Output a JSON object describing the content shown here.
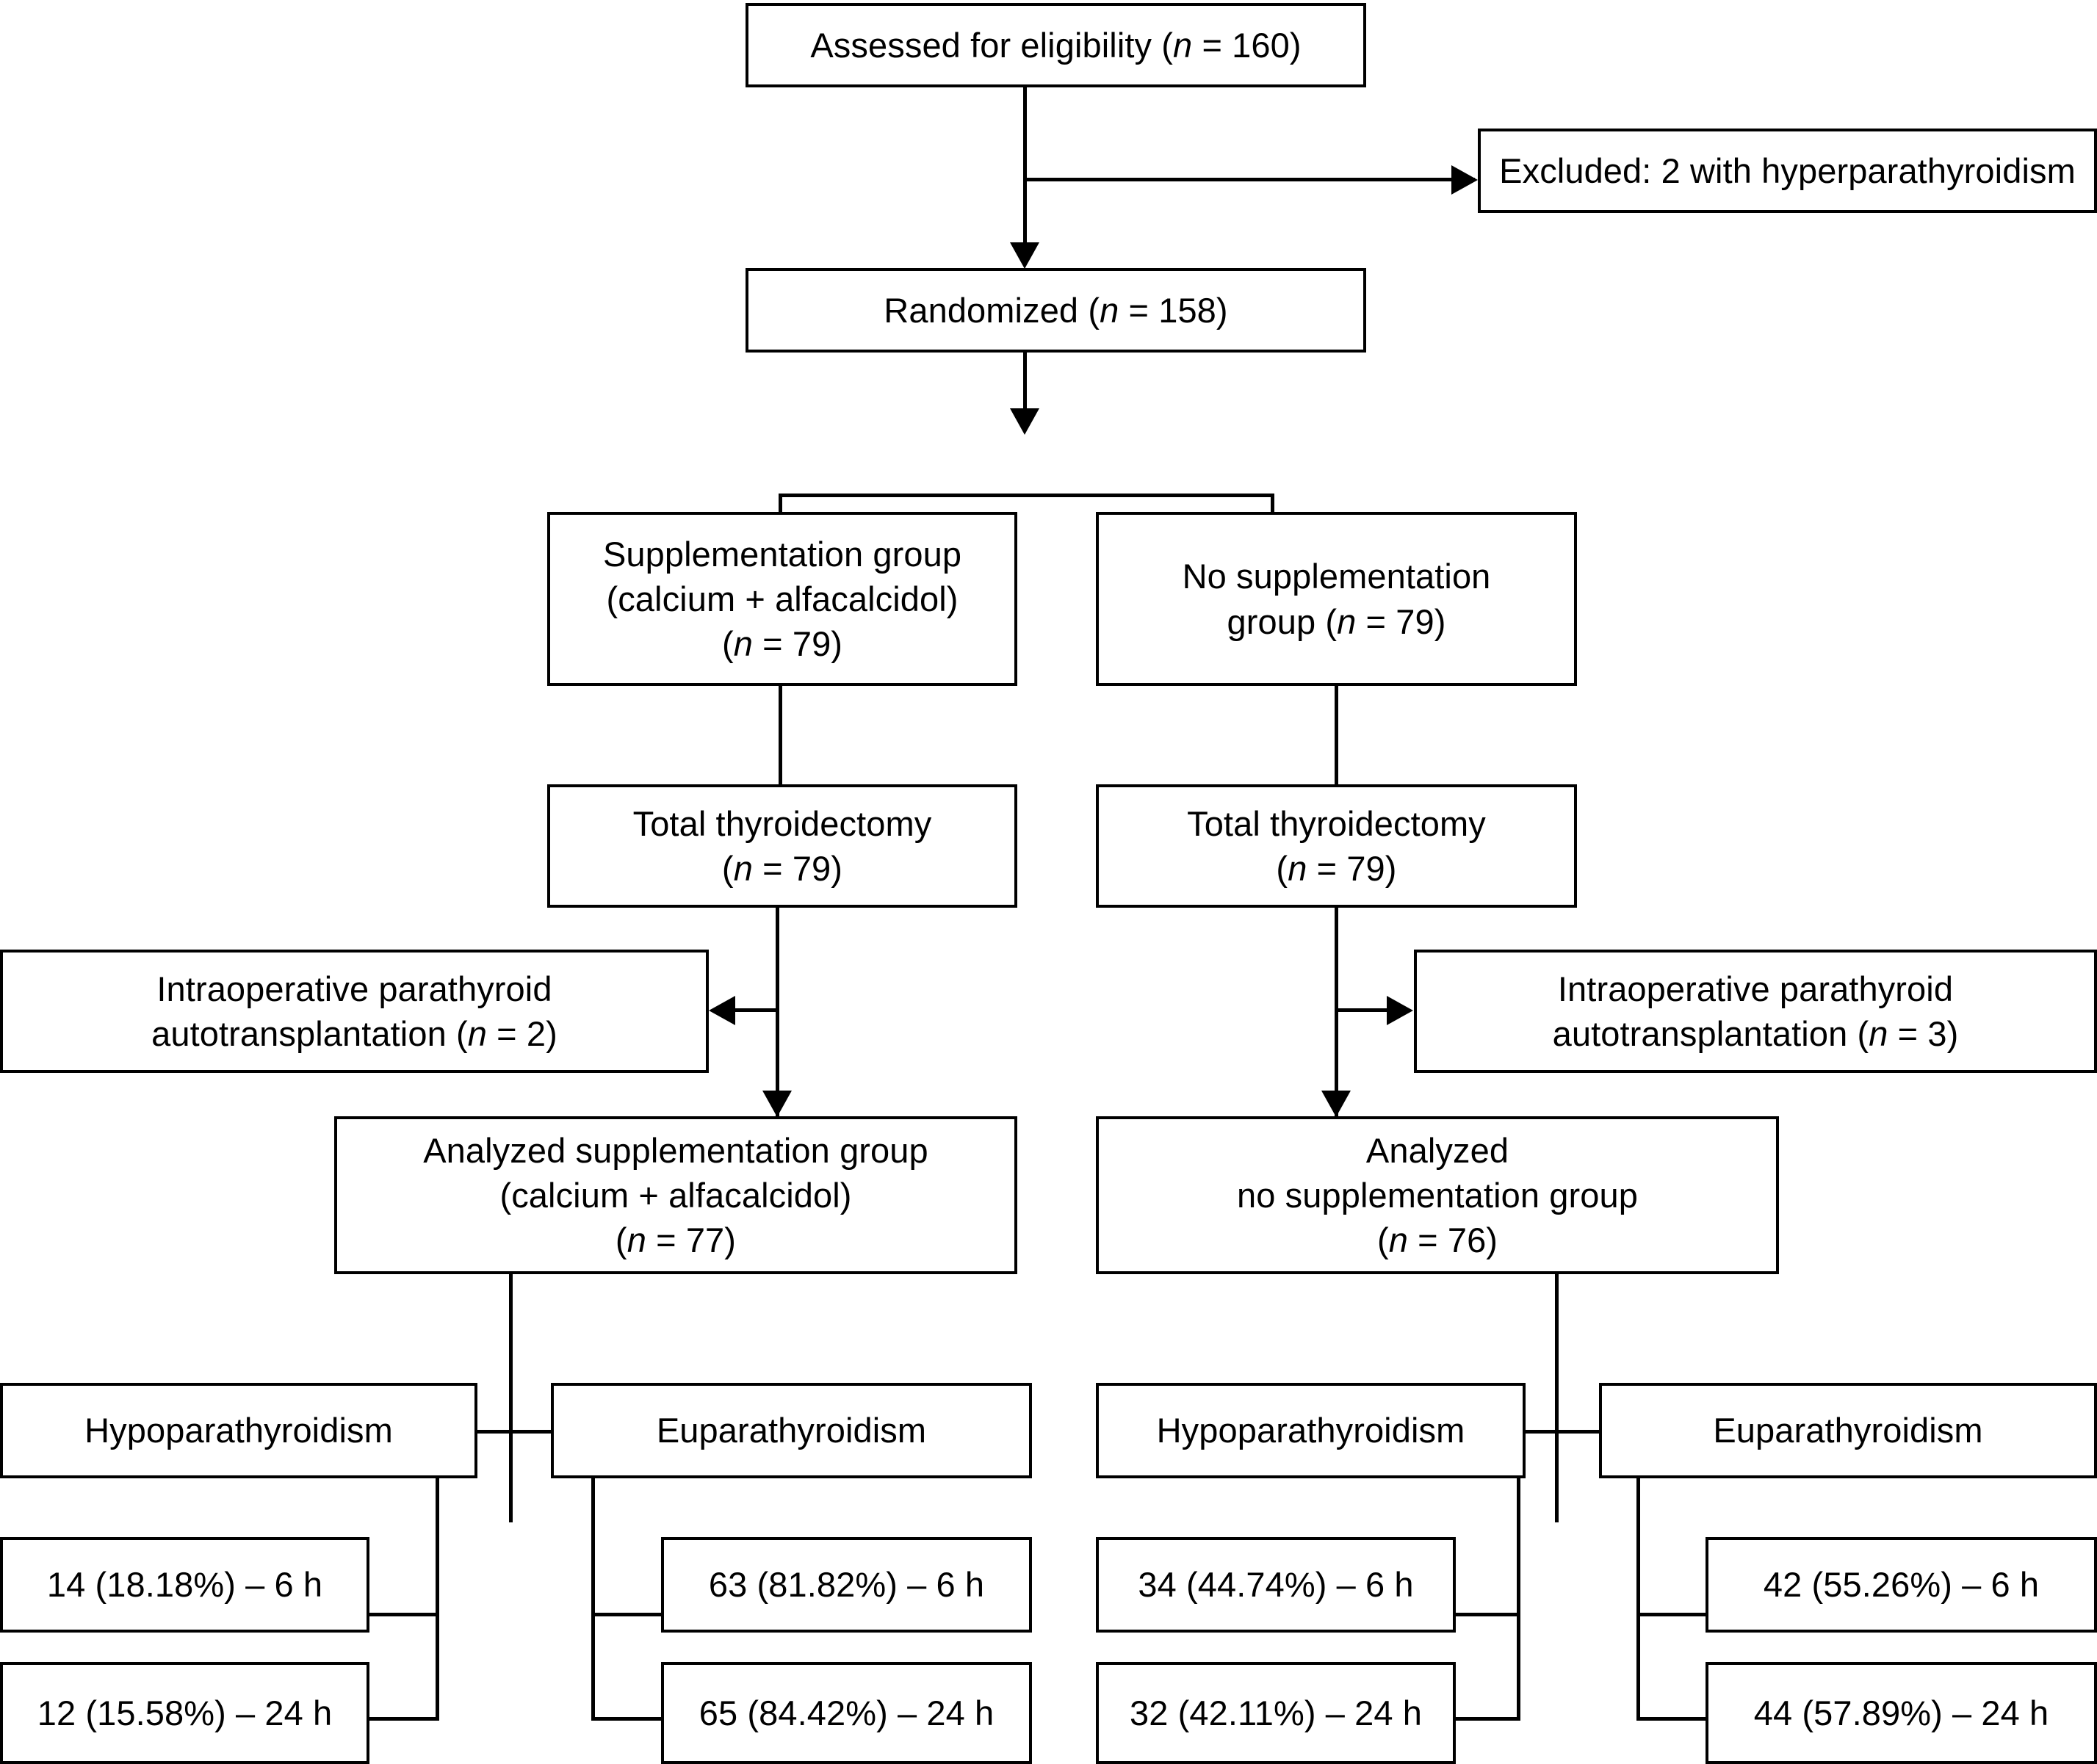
{
  "diagram": {
    "title": "CONSORT participant flow diagram",
    "type": "flowchart",
    "stroke_color": "#000000",
    "background_color": "#ffffff",
    "nodes": {
      "assessed": {
        "line1": "Assessed for eligibility (",
        "italic": "n",
        "line2": " = 160)",
        "full": "Assessed for eligibility (n = 160)"
      },
      "excluded": {
        "full": "Excluded: 2 with hyperparathyroidism"
      },
      "randomized": {
        "full": "Randomized (n = 158)"
      },
      "supplementation_group": {
        "full": "Supplementation group\n(calcium + alfacalcidol)\n(n = 79)"
      },
      "no_supplementation_group": {
        "full": "No supplementation\ngroup (n = 79)"
      },
      "thyroidectomy_left": {
        "full": "Total thyroidectomy\n(n = 79)"
      },
      "thyroidectomy_right": {
        "full": "Total thyroidectomy\n(n = 79)"
      },
      "autotransplant_left": {
        "full": "Intraoperative parathyroid\nautotransplantation (n = 2)"
      },
      "autotransplant_right": {
        "full": "Intraoperative parathyroid\nautotransplantation (n = 3)"
      },
      "analyzed_supplementation": {
        "full": "Analyzed supplementation group\n(calcium + alfacalcidol)\n(n = 77)"
      },
      "analyzed_no_supplementation": {
        "full": "Analyzed\nno supplementation group\n(n = 76)"
      },
      "hypo_left": {
        "full": "Hypoparathyroidism"
      },
      "eu_left": {
        "full": "Euparathyroidism"
      },
      "hypo_right": {
        "full": "Hypoparathyroidism"
      },
      "eu_right": {
        "full": "Euparathyroidism"
      },
      "hypo_left_6h": {
        "full": "14 (18.18%) – 6 h"
      },
      "hypo_left_24h": {
        "full": "12 (15.58%) – 24 h"
      },
      "eu_left_6h": {
        "full": "63 (81.82%) – 6 h"
      },
      "eu_left_24h": {
        "full": "65 (84.42%) – 24 h"
      },
      "hypo_right_6h": {
        "full": "34 (44.74%) – 6 h"
      },
      "hypo_right_24h": {
        "full": "32 (42.11%) – 24 h"
      },
      "eu_right_6h": {
        "full": "42 (55.26%) – 6 h"
      },
      "eu_right_24h": {
        "full": "44 (57.89%) – 24 h"
      }
    },
    "chart_data": {
      "type": "table",
      "title": "Participant flow counts",
      "categories": [
        "Assessed",
        "Excluded",
        "Randomized",
        "Supplementation",
        "No supplementation",
        "Analyzed supplementation",
        "Analyzed no supplementation"
      ],
      "values": [
        160,
        2,
        158,
        79,
        79,
        77,
        76
      ],
      "outcomes": {
        "supplementation": {
          "hypoparathyroidism": [
            {
              "time": "6 h",
              "count": 14,
              "percent": 18.18
            },
            {
              "time": "24 h",
              "count": 12,
              "percent": 15.58
            }
          ],
          "euparathyroidism": [
            {
              "time": "6 h",
              "count": 63,
              "percent": 81.82
            },
            {
              "time": "24 h",
              "count": 65,
              "percent": 84.42
            }
          ]
        },
        "no_supplementation": {
          "hypoparathyroidism": [
            {
              "time": "6 h",
              "count": 34,
              "percent": 44.74
            },
            {
              "time": "24 h",
              "count": 32,
              "percent": 42.11
            }
          ],
          "euparathyroidism": [
            {
              "time": "6 h",
              "count": 42,
              "percent": 55.26
            },
            {
              "time": "24 h",
              "count": 44,
              "percent": 57.89
            }
          ]
        }
      },
      "autotransplantation": {
        "supplementation": 2,
        "no_supplementation": 3
      }
    }
  }
}
